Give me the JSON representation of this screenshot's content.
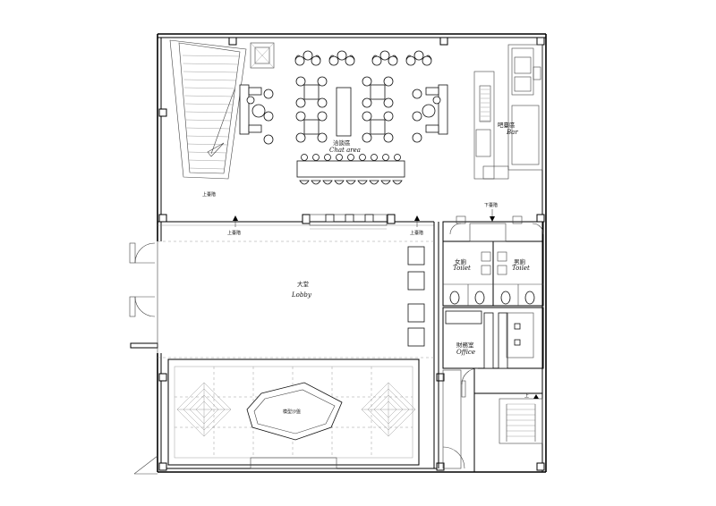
{
  "rooms": {
    "chat_area": {
      "zh": "洽談區",
      "en": "Chat area"
    },
    "bar": {
      "zh": "吧臺區",
      "en": "Bar"
    },
    "lobby": {
      "zh": "大堂",
      "en": "Lobby"
    },
    "toilet_f": {
      "zh": "女廁",
      "en": "Toilet"
    },
    "toilet_m": {
      "zh": "男廁",
      "en": "Toilet"
    },
    "office": {
      "zh": "財務室",
      "en": "Office"
    },
    "model_pool": {
      "zh": "模型沙盤"
    }
  },
  "annotations": {
    "up_stair": "上臺階",
    "down_stair": "下臺階",
    "up": "上"
  }
}
